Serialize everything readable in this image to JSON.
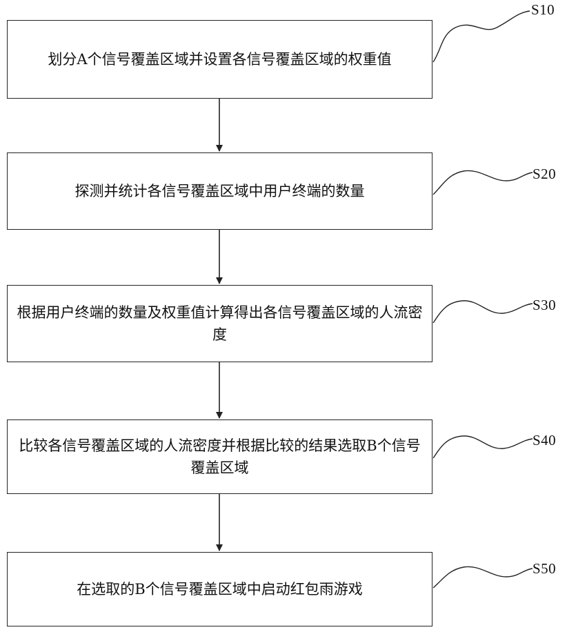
{
  "steps": [
    {
      "id": "S10",
      "text": "划分A个信号覆盖区域并设置各信号覆盖区域的权重值"
    },
    {
      "id": "S20",
      "text": "探测并统计各信号覆盖区域中用户终端的数量"
    },
    {
      "id": "S30",
      "text": "根据用户终端的数量及权重值计算得出各信号覆盖区域的人流密度"
    },
    {
      "id": "S40",
      "text": "比较各信号覆盖区域的人流密度并根据比较的结果选取B个信号覆盖区域"
    },
    {
      "id": "S50",
      "text": "在选取的B个信号覆盖区域中启动红包雨游戏"
    }
  ]
}
